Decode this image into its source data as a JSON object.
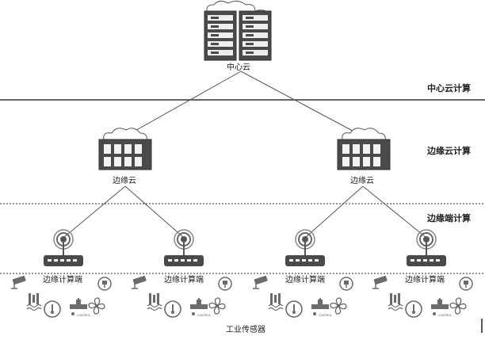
{
  "layers": {
    "center_cloud_computing": "中心云计算",
    "edge_cloud_computing": "边缘云计算",
    "edge_end_computing": "边缘端计算"
  },
  "nodes": {
    "center_cloud": "中心云",
    "edge_cloud_1": "边缘云",
    "edge_cloud_2": "边缘云",
    "edge_end_1": "边缘计算端",
    "edge_end_2": "边缘计算端",
    "edge_end_3": "边缘计算端",
    "edge_end_4": "边缘计算端"
  },
  "sensors_label": "工业传感器",
  "icons": {
    "server": "server-rack-icon",
    "cloud": "cloud-icon",
    "gateway": "wireless-gateway-icon",
    "camera": "surveillance-camera-icon",
    "plug": "power-plug-icon",
    "water_level": "water-level-icon",
    "gauge": "temperature-gauge-icon",
    "valve": "control-valve-icon",
    "fan": "fan-icon"
  },
  "valve_text": "CONTROL",
  "colors": {
    "line": "#555555",
    "device": "#4a4a4a",
    "icon": "#6b6b6b"
  }
}
